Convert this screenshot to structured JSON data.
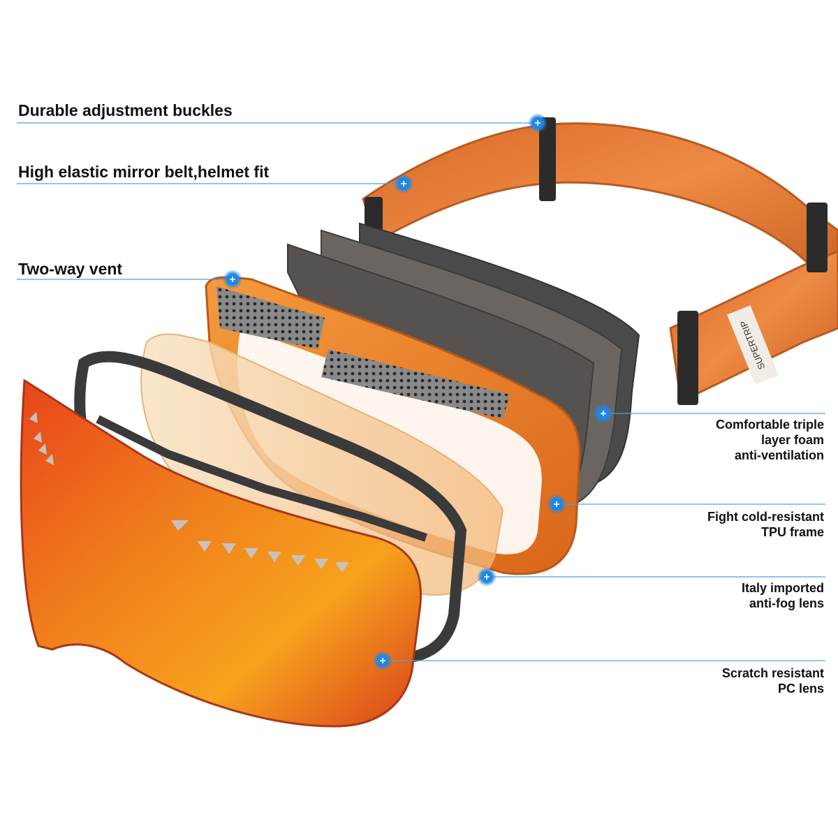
{
  "brand_strap_text": "SUPERTRIP",
  "callouts": {
    "buckles": {
      "text": "Durable adjustment buckles"
    },
    "belt": {
      "text": "High elastic mirror belt,helmet fit"
    },
    "vent": {
      "text": "Two-way vent"
    },
    "foam": {
      "line1": "Comfortable triple",
      "line2": "layer foam",
      "line3": "anti-ventilation"
    },
    "frame": {
      "line1": "Fight cold-resistant",
      "line2": "TPU frame"
    },
    "antifog": {
      "line1": "Italy imported",
      "line2": "anti-fog lens"
    },
    "pc": {
      "line1": "Scratch resistant",
      "line2": "PC lens"
    }
  },
  "colors": {
    "callout_line": "#4aa3df",
    "marker": "#1e88e5",
    "strap": "#e0782e",
    "frame": "#ef7d1e",
    "foam": "#4a4a4a",
    "lens_outer": "#f0661b",
    "lens_inner": "#f5c78a"
  },
  "icons": {
    "marker": "plus-marker-icon"
  }
}
